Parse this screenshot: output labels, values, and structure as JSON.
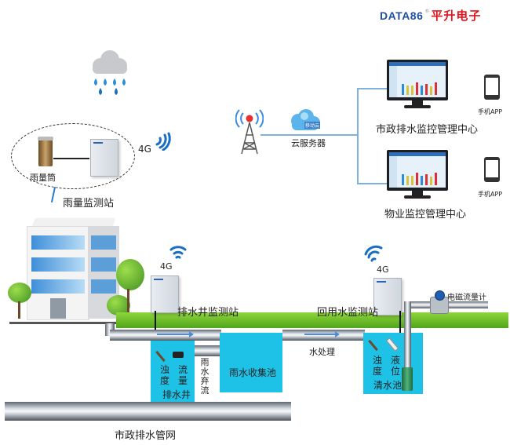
{
  "brand": {
    "logo_text": "DATA86",
    "registered_mark": "®",
    "company_name": "平升电子",
    "logo_color": "#1f4fa3",
    "company_color": "#e0151c"
  },
  "colors": {
    "pool_cyan": "#1ec2e6",
    "connector_blue": "#7fb0e0",
    "flow_arrow": "#4e8ad6",
    "grass_green": "#6ac02c"
  },
  "rain_station": {
    "gauge_label": "雨量筒",
    "station_label": "雨量监测站",
    "signal_label": "4G"
  },
  "network": {
    "cloud_badge": "移动云",
    "cloud_label": "云服务器"
  },
  "centers": [
    {
      "label": "市政排水监控管理中心",
      "app_label": "手机APP"
    },
    {
      "label": "物业监控管理中心",
      "app_label": "手机APP"
    }
  ],
  "drain_well_station": {
    "signal_label": "4G",
    "station_label": "排水井监测站",
    "sensors": [
      {
        "label": "浊度"
      },
      {
        "label": "流量"
      }
    ],
    "well_label": "排水井",
    "discard_label": "雨水弃流"
  },
  "rain_pool": {
    "label": "雨水收集池"
  },
  "treatment": {
    "label": "水处理"
  },
  "reuse_station": {
    "signal_label": "4G",
    "station_label": "回用水监测站",
    "flowmeter_label": "电磁流量计",
    "sensors": [
      {
        "label": "浊度"
      },
      {
        "label": "液位"
      }
    ],
    "pool_label": "清水池"
  },
  "municipal_pipe": {
    "label": "市政排水管网"
  }
}
